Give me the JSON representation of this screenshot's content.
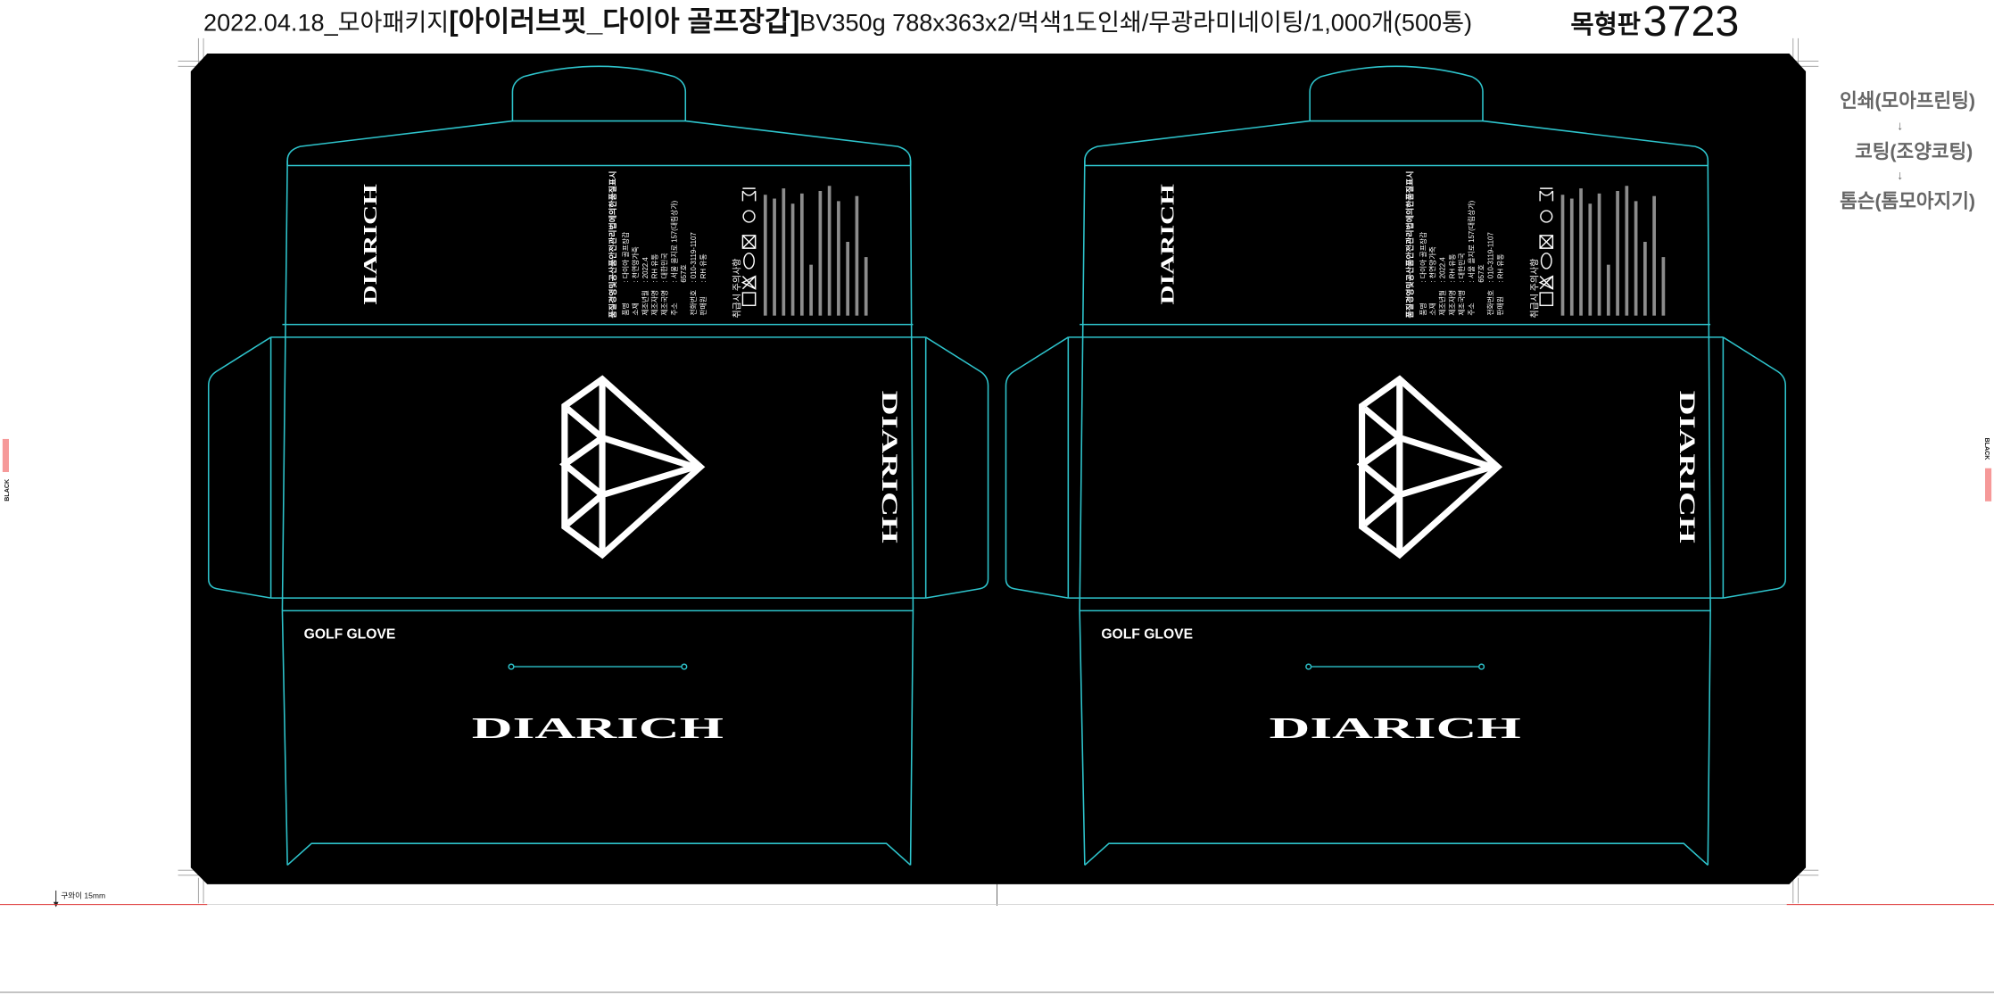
{
  "header": {
    "job_title_prefix": "2022.04.18_모아패키지",
    "job_title_product": "[아이러브핏_다이아 골프장갑]",
    "job_title_spec": "BV350g 788x363x2/먹색1도인쇄/무광라미네이팅/1,000개(500통)",
    "die_label": "목형판",
    "die_number": "3723"
  },
  "process_notes": {
    "step1": "인쇄(모아프린팅)",
    "arrow": "↓",
    "step2": "코팅(조양코팅)",
    "step3": "톰슨(톰모아지기)"
  },
  "marks": {
    "color_label": "BLACK",
    "gripper_note": "구와이 15mm"
  },
  "box": {
    "brand": "DIARICH",
    "product_line": "GOLF GLOVE",
    "quality_title": "품질경영및공산품안전관리법에의한품질표시",
    "quality_fields": [
      {
        "label": "품명",
        "value": ": 다이아 골프장갑"
      },
      {
        "label": "소재",
        "value": ": 천연양가죽"
      },
      {
        "label": "제조년월",
        "value": ": 2022.4"
      },
      {
        "label": "제조자명",
        "value": ": RH 유통"
      },
      {
        "label": "제조국명",
        "value": ": 대한민국"
      },
      {
        "label": "주소",
        "value": ": 서울 을지로 157(대림상가)"
      },
      {
        "label": "",
        "value": "657호"
      },
      {
        "label": "전화번호",
        "value": ": 010-3119-1107"
      },
      {
        "label": "판매원",
        "value": ": RH 유통"
      }
    ],
    "care_title": "취급시 주의사항"
  },
  "colors": {
    "cut_line": "#2ec4cc",
    "background": "#000000",
    "note_gray": "#666666"
  }
}
